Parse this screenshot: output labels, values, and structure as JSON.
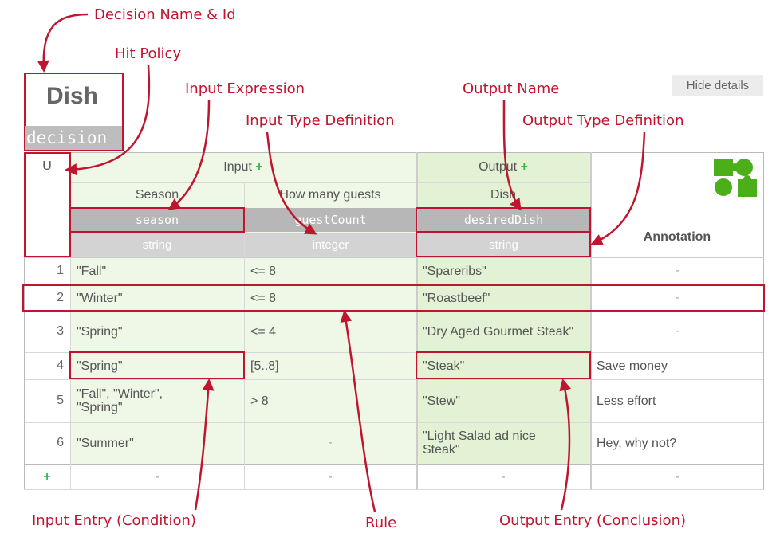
{
  "colors": {
    "accent": "#c0152f",
    "input_bg": "#eff7e6",
    "output_bg": "#e3f2d4",
    "plus": "#39b54a"
  },
  "callouts": {
    "decision_name_id": "Decision Name & Id",
    "hit_policy": "Hit Policy",
    "input_expression": "Input Expression",
    "input_type_definition": "Input Type Definition",
    "output_name": "Output Name",
    "output_type_definition": "Output Type Definition",
    "input_entry": "Input Entry (Condition)",
    "rule": "Rule",
    "output_entry": "Output Entry (Conclusion)"
  },
  "hide_details": "Hide details",
  "decision": {
    "name": "Dish",
    "id": "decision"
  },
  "table": {
    "hit_policy": "U",
    "input_header": "Input",
    "output_header": "Output",
    "add_symbol": "+",
    "annotation_header": "Annotation",
    "logo_icon": "dmn-puzzle-icon",
    "inputs": [
      {
        "label": "Season",
        "expression": "season",
        "type": "string"
      },
      {
        "label": "How many guests",
        "expression": "guestCount",
        "type": "integer"
      }
    ],
    "output": {
      "label": "Dish",
      "name": "desiredDish",
      "type": "string"
    },
    "rules": [
      {
        "n": "1",
        "season": "\"Fall\"",
        "guests": "<= 8",
        "dish": "\"Spareribs\"",
        "annotation": "-"
      },
      {
        "n": "2",
        "season": "\"Winter\"",
        "guests": "<= 8",
        "dish": "\"Roastbeef\"",
        "annotation": "-"
      },
      {
        "n": "3",
        "season": "\"Spring\"",
        "guests": "<= 4",
        "dish": "\"Dry Aged Gourmet Steak\"",
        "annotation": "-"
      },
      {
        "n": "4",
        "season": "\"Spring\"",
        "guests": "[5..8]",
        "dish": "\"Steak\"",
        "annotation": "Save money"
      },
      {
        "n": "5",
        "season": "\"Fall\", \"Winter\", \"Spring\"",
        "guests": "> 8",
        "dish": "\"Stew\"",
        "annotation": "Less effort"
      },
      {
        "n": "6",
        "season": "\"Summer\"",
        "guests": "-",
        "dish": "\"Light Salad ad nice Steak\"",
        "annotation": "Hey, why not?"
      }
    ],
    "add_row": {
      "symbol": "+",
      "cells": [
        "-",
        "-",
        "-",
        "-"
      ]
    }
  }
}
